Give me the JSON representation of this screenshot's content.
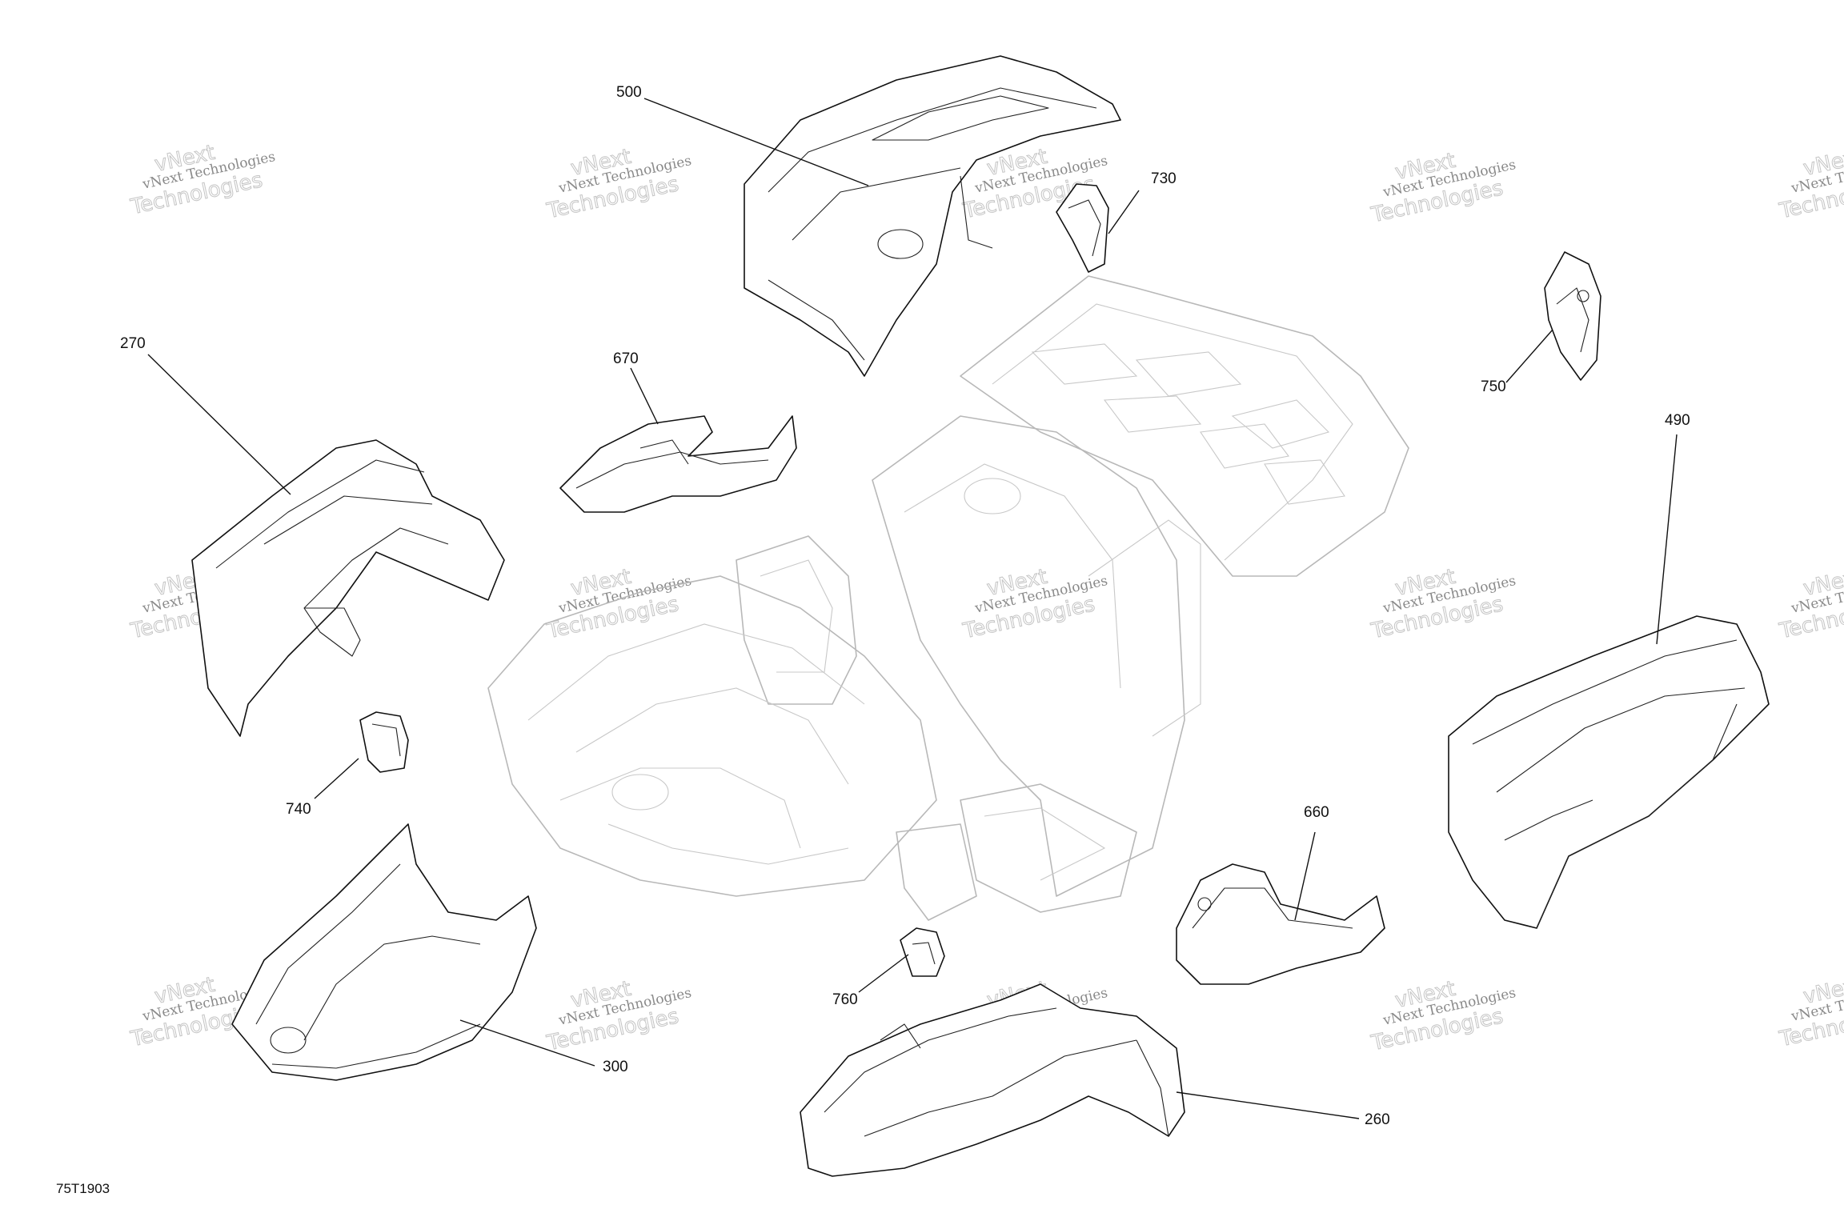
{
  "diagram_code": "75T1903",
  "watermark": {
    "line1": "vNext Technologies",
    "line2": "Technologies",
    "line3": "vNext"
  },
  "callouts": {
    "p500": "500",
    "p730": "730",
    "p270": "270",
    "p670": "670",
    "p750": "750",
    "p490": "490",
    "p740": "740",
    "p660": "660",
    "p760": "760",
    "p300": "300",
    "p260": "260"
  }
}
